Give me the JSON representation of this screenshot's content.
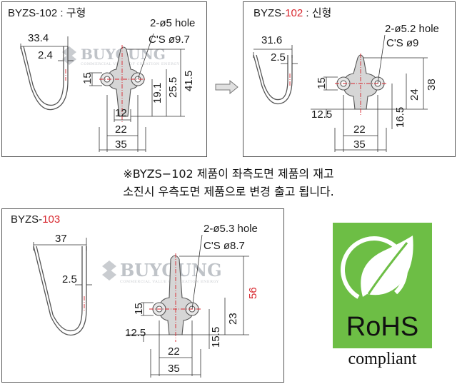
{
  "panel_old": {
    "title_prefix": "BYZS-102 : ",
    "title_suffix": "구형",
    "hole_label": "2-ø5 hole",
    "cs_label": "C'S ø9.7",
    "dims": {
      "width_top": "33.4",
      "gap": "2.4",
      "height_15": "15",
      "d19": "19.1",
      "d25": "25.5",
      "d41": "41.5",
      "w12": "12",
      "w22": "22",
      "w35": "35"
    }
  },
  "panel_new": {
    "title_prefix": "BYZS-",
    "title_red": "102",
    "title_suffix": " : 신형",
    "hole_label": "2-ø5.2 hole",
    "cs_label": "C'S ø9",
    "dims": {
      "width_top": "31.6",
      "gap": "2.5",
      "height_15": "15",
      "d12": "12.5",
      "d16": "16.5",
      "d24": "24",
      "d38": "38",
      "w22": "22",
      "w35": "35"
    }
  },
  "note": {
    "line1": "※BYZS−102 제품이 좌측도면 제품의 재고",
    "line2": "소진시 우측도면 제품으로 변경 출고 됩니다."
  },
  "panel_103": {
    "title_prefix": "BYZS-",
    "title_red": "103",
    "hole_label": "2-ø5.3 hole",
    "cs_label": "C'S ø8.7",
    "dims": {
      "width_top": "37",
      "gap": "2.5",
      "height_15": "15",
      "d12": "12.5",
      "d15": "15.5",
      "d23": "23",
      "d56": "56",
      "w22": "22",
      "w35": "35"
    }
  },
  "watermark": {
    "brand": "BUYOUNG",
    "tagline": "COMMERCIAL VALUE OF CREATION ENERGY"
  },
  "rohs": {
    "label": "RoHS",
    "sub": "compliant"
  },
  "colors": {
    "accent_red": "#d8262d",
    "rohs_green": "#6dbe45",
    "part_gray": "#d6d6d6"
  }
}
